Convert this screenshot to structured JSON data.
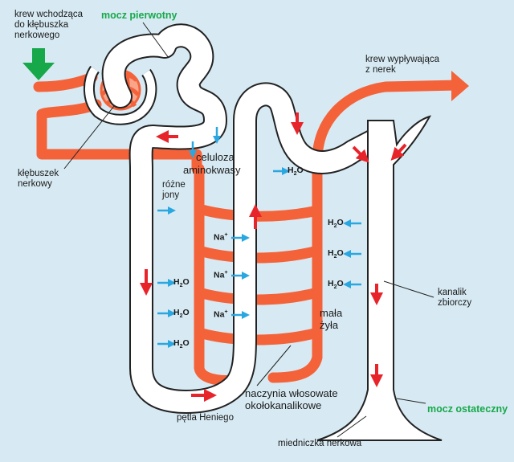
{
  "labels": {
    "krew_wchodzaca": "krew wchodząca\ndo kłębuszka\nnerkowego",
    "mocz_pierwotny": "mocz pierwotny",
    "krew_wyplywajaca": "krew wypływająca\nz nerek",
    "celuloza": "celuloza",
    "aminokwasy": "aminokwasy",
    "klebuszek": "kłębuszek\nnerkowy",
    "rozne_jony": "różne\njony",
    "mala_zyla": "mała\nżyła",
    "kanalik": "kanalik\nzbiorczy",
    "naczynia": "naczynia włosowate\nokołokanalikowe",
    "petla": "pętla Heniego",
    "mocz_ostateczny": "mocz ostateczny",
    "miedniczka": "miedniczka nerkowa"
  },
  "chem": {
    "h2o_base": "H",
    "h2o_sub": "2",
    "h2o_tail": "O",
    "na_base": "Na",
    "na_sup": "+"
  },
  "colors": {
    "background": "#d7eaf3",
    "vessel": "#f4623a",
    "tubule": "#ffffff",
    "outline": "#222222",
    "arrow_red": "#e8242b",
    "arrow_blue": "#2aa7e0",
    "green": "#17a84a"
  }
}
